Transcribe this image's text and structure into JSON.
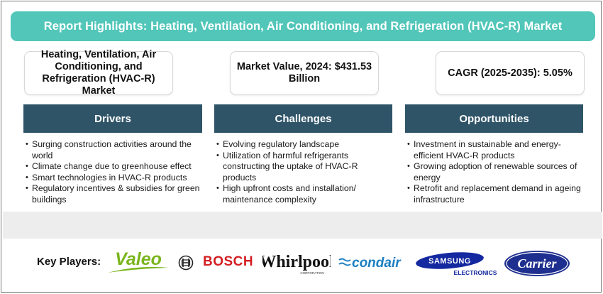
{
  "banner": {
    "title": "Report Highlights: Heating, Ventilation, Air Conditioning, and Refrigeration (HVAC-R) Market"
  },
  "stats": [
    {
      "text": "Heating, Ventilation, Air Conditioning, and Refrigeration (HVAC-R) Market"
    },
    {
      "text": "Market Value, 2024: $431.53 Billion"
    },
    {
      "text": "CAGR (2025-2035): 5.05%"
    }
  ],
  "columns": [
    {
      "heading": "Drivers",
      "items": [
        "Surging construction activities around the world",
        "Climate change due to greenhouse effect",
        "Smart technologies in HVAC-R products",
        "Regulatory incentives & subsidies for green buildings"
      ]
    },
    {
      "heading": "Challenges",
      "items": [
        "Evolving regulatory landscape",
        "Utilization of harmful refrigerants constructing the uptake of HVAC-R products",
        "High upfront costs and installation/ maintenance complexity"
      ]
    },
    {
      "heading": "Opportunities",
      "items": [
        "Investment in sustainable and energy-efficient HVAC-R products",
        "Growing adoption of renewable sources of energy",
        "Retrofit and replacement demand in ageing infrastructure"
      ]
    }
  ],
  "players": {
    "label": "Key Players:",
    "logos": {
      "valeo": "Valeo",
      "bosch": "BOSCH",
      "whirlpool": "Whirlpool",
      "whirlpool_sub": "CORPORATION",
      "condair": "condair",
      "samsung": "SAMSUNG",
      "samsung_sub": "ELECTRONICS",
      "carrier": "Carrier"
    }
  },
  "colors": {
    "banner": "#51c6b9",
    "column_header": "#2f5468",
    "bosch_red": "#d41e22",
    "valeo_green": "#7ab51d",
    "samsung_blue": "#1428a0",
    "carrier_blue": "#1e2f8f",
    "condair_blue": "#1d7fc2"
  }
}
